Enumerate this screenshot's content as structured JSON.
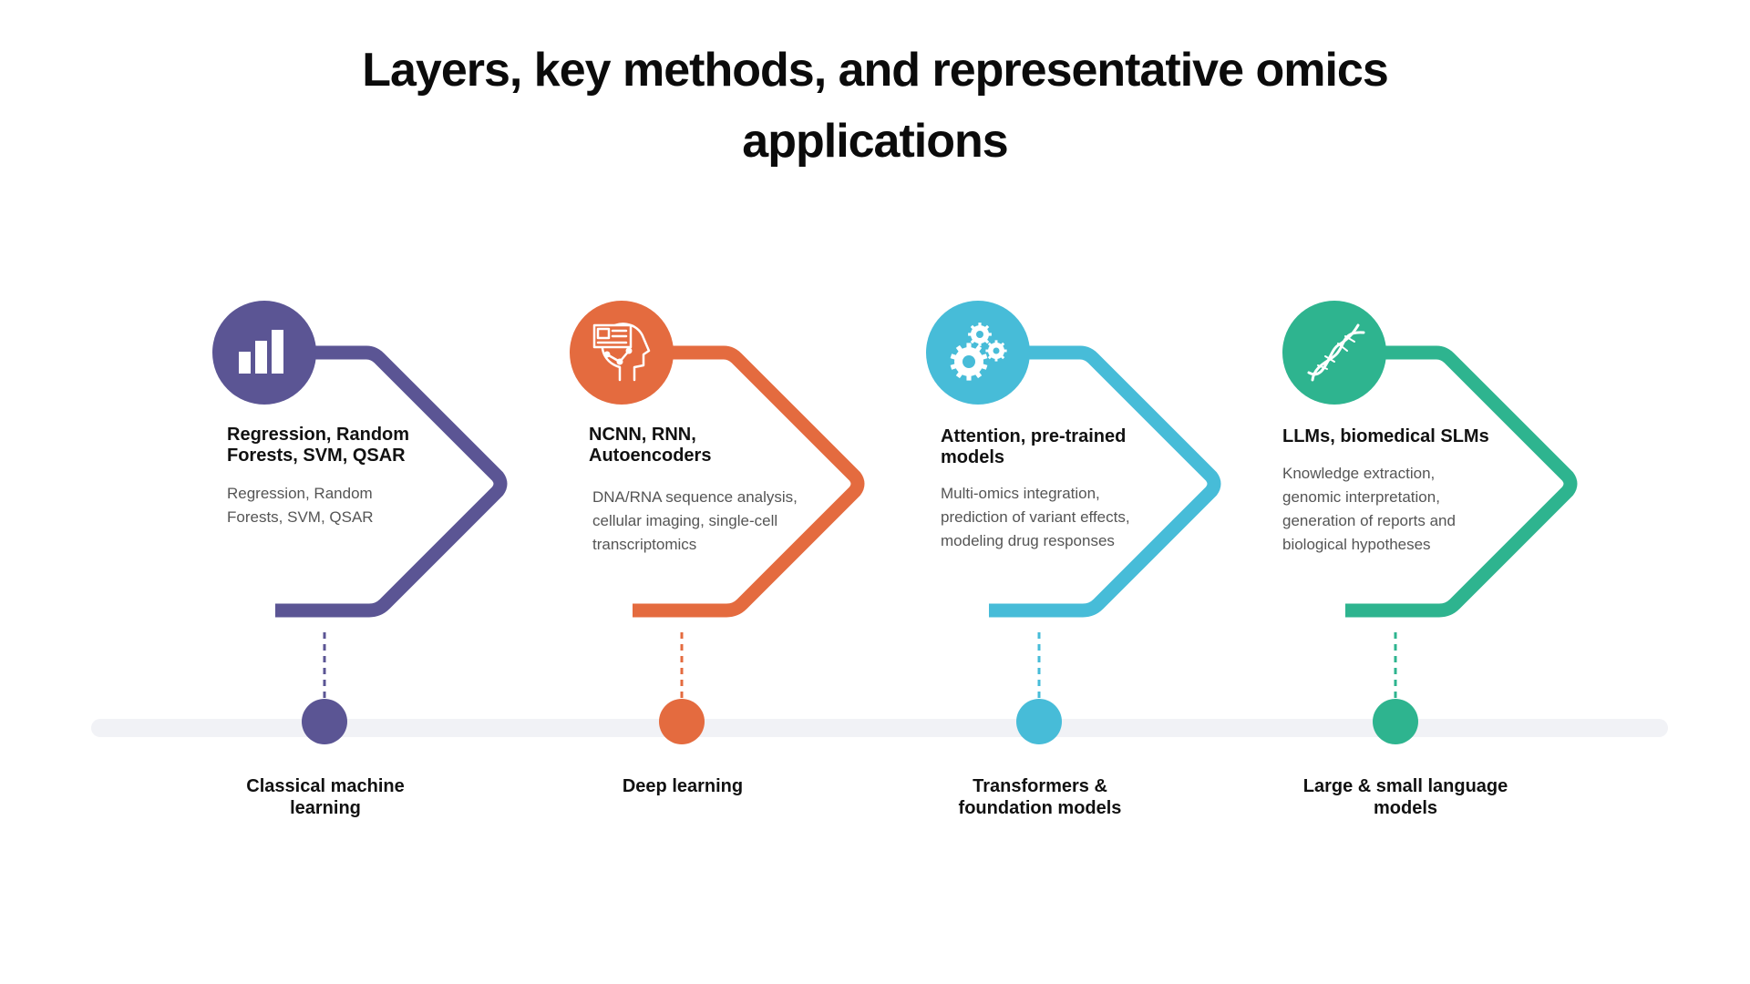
{
  "title": "Layers, key methods, and representative omics applications",
  "stages": [
    {
      "id": "classical",
      "color": "#5b5594",
      "icon": "bar-chart-icon",
      "methods": "Regression, Random Forests, SVM, QSAR",
      "applications": "Regression, Random Forests, SVM, QSAR",
      "layer": "Classical machine learning"
    },
    {
      "id": "deep",
      "color": "#e46b3f",
      "icon": "head-brain-icon",
      "methods": "NCNN, RNN, Autoencoders",
      "applications": "DNA/RNA sequence analysis, cellular imaging, single-cell transcriptomics",
      "layer": "Deep learning"
    },
    {
      "id": "transformers",
      "color": "#47bcd8",
      "icon": "gears-icon",
      "methods": "Attention, pre-trained models",
      "applications": "Multi-omics integration, prediction of variant effects, modeling drug responses",
      "layer": "Transformers & foundation models"
    },
    {
      "id": "language",
      "color": "#2eb48f",
      "icon": "dna-icon",
      "methods": "LLMs, biomedical SLMs",
      "applications": "Knowledge extraction, genomic interpretation, generation of reports and biological hypotheses",
      "layer": "Large & small language models"
    }
  ]
}
